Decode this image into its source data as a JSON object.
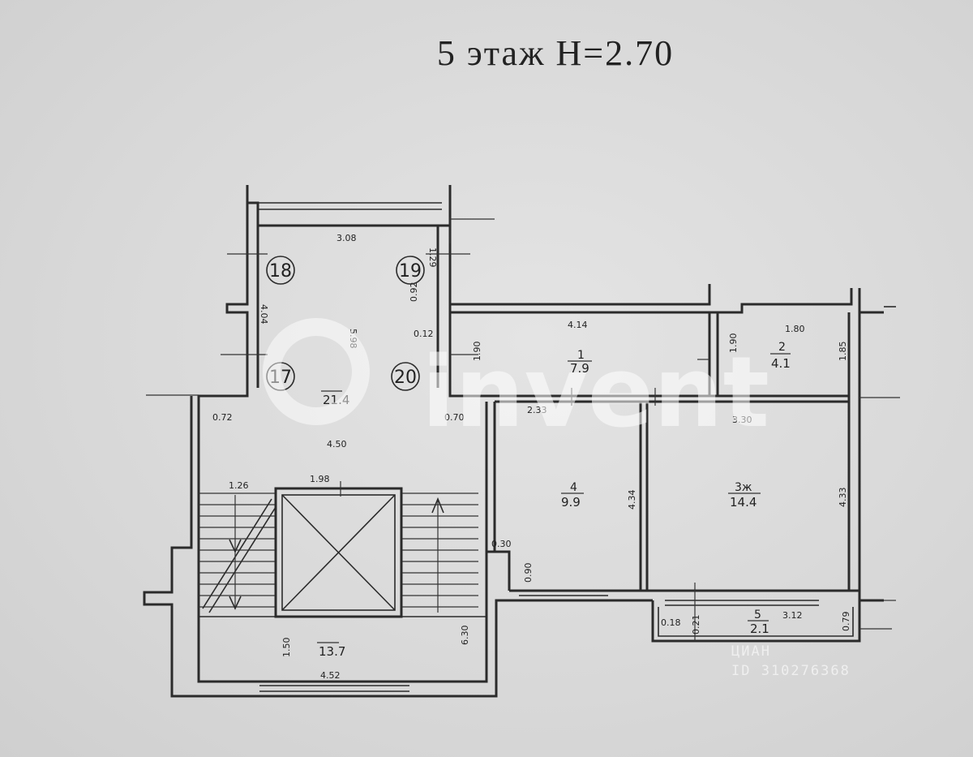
{
  "title": "5 этаж  Н=2.70",
  "rooms": {
    "r1": {
      "num": "1",
      "area": "7.9"
    },
    "r2": {
      "num": "2",
      "area": "4.1"
    },
    "r3": {
      "num": "3ж",
      "area": "14.4"
    },
    "r4": {
      "num": "4",
      "area": "9.9"
    },
    "r5": {
      "num": "5",
      "area": "2.1"
    }
  },
  "common": {
    "hall_area": "21.4",
    "stair_area": "13.7"
  },
  "apartments": [
    "18",
    "19",
    "17",
    "20"
  ],
  "dims": {
    "d308": "3.08",
    "d129": "1.29",
    "d092": "0.92",
    "d012": "0.12",
    "d404": "4.04",
    "d598": "5.98",
    "d414": "4.14",
    "d190a": "1.90",
    "d190b": "1.90",
    "d180": "1.80",
    "d185": "1.85",
    "d072": "0.72",
    "d070": "0.70",
    "d450": "4.50",
    "d233": "2.33",
    "d330": "3.30",
    "d126": "1.26",
    "d198": "1.98",
    "d434": "4.34",
    "d433": "4.33",
    "d030": "0.30",
    "d090": "0.90",
    "d018": "0.18",
    "d012b": "0.21",
    "d312": "3.12",
    "d079": "0.79",
    "d150": "1.50",
    "d630": "6.30",
    "d452": "4.52"
  },
  "watermark": {
    "brand": "invent",
    "cian": "ЦИАН",
    "id": "ID 310276368"
  }
}
